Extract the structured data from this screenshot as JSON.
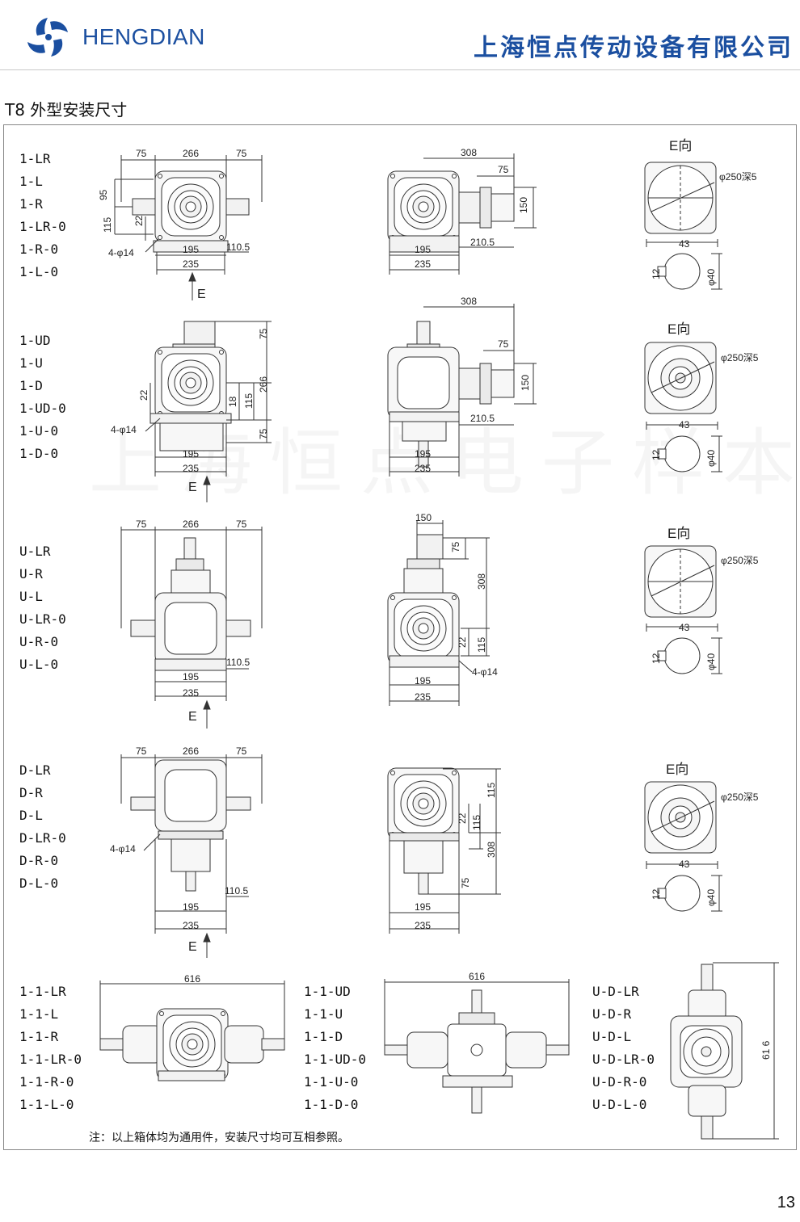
{
  "header": {
    "brand": "HENGDIAN",
    "company": "上海恒点传动设备有限公司"
  },
  "section_title": "T8 外型安装尺寸",
  "watermark": "上海恒点电子样本",
  "groups": [
    {
      "labels": [
        "1-LR",
        "1-L",
        "1-R",
        "1-LR-0",
        "1-R-0",
        "1-L-0"
      ]
    },
    {
      "labels": [
        "1-UD",
        "1-U",
        "1-D",
        "1-UD-0",
        "1-U-0",
        "1-D-0"
      ]
    },
    {
      "labels": [
        "U-LR",
        "U-R",
        "U-L",
        "U-LR-0",
        "U-R-0",
        "U-L-0"
      ]
    },
    {
      "labels": [
        "D-LR",
        "D-R",
        "D-L",
        "D-LR-0",
        "D-R-0",
        "D-L-0"
      ]
    }
  ],
  "bottom_groups": [
    {
      "labels": [
        "1-1-LR",
        "1-1-L",
        "1-1-R",
        "1-1-LR-0",
        "1-1-R-0",
        "1-1-L-0"
      ]
    },
    {
      "labels": [
        "1-1-UD",
        "1-1-U",
        "1-1-D",
        "1-1-UD-0",
        "1-1-U-0",
        "1-1-D-0"
      ]
    },
    {
      "labels": [
        "U-D-LR",
        "U-D-R",
        "U-D-L",
        "U-D-LR-0",
        "U-D-R-0",
        "U-D-L-0"
      ]
    }
  ],
  "dims": {
    "d75": "75",
    "d266": "266",
    "d95": "95",
    "d115": "115",
    "d22": "22",
    "d195": "195",
    "d235": "235",
    "d110_5": "110.5",
    "hole": "4-φ14",
    "d308": "308",
    "d150": "150",
    "d210_5": "210.5",
    "d18": "18",
    "e_arrow": "E",
    "e_view": "E向",
    "flange": "φ250深5",
    "d43": "43",
    "d12": "12",
    "phi40": "φ40",
    "d616": "616",
    "d616_v": "61 6"
  },
  "note": "注：以上箱体均为通用件，安装尺寸均可互相参照。",
  "page_number": "13",
  "colors": {
    "brand": "#1b4fa0",
    "line": "#333333",
    "gray": "#e6e6e6"
  }
}
